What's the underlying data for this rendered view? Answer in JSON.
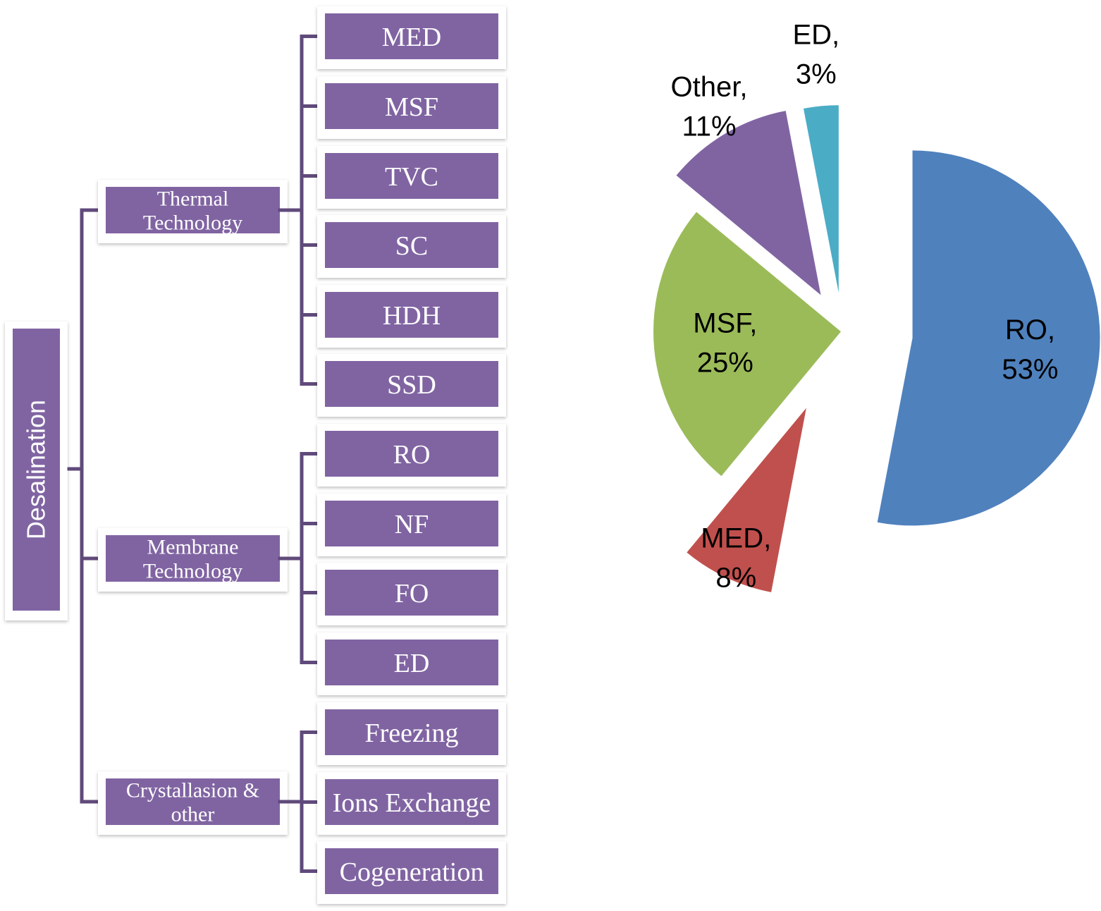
{
  "tree": {
    "root": "Desalination",
    "groups": [
      {
        "label": [
          "Thermal",
          "Technology"
        ],
        "items": [
          "MED",
          "MSF",
          "TVC",
          "SC",
          "HDH",
          "SSD"
        ]
      },
      {
        "label": [
          "Membrane",
          "Technology"
        ],
        "items": [
          "RO",
          "NF",
          "FO",
          "ED"
        ]
      },
      {
        "label": [
          "Crystallasion &",
          "other"
        ],
        "items": [
          "Freezing",
          "Ions Exchange",
          "Cogeneration"
        ]
      }
    ]
  },
  "colors": {
    "box": "#8064A2",
    "connector": "#604A7B",
    "box_text": "#ffffff"
  },
  "chart_data": {
    "type": "pie",
    "exploded": true,
    "slices": [
      {
        "label": "RO",
        "value": 53,
        "display": "RO,|53%",
        "color": "#4F81BD"
      },
      {
        "label": "MED",
        "value": 8,
        "display": "MED,|8%",
        "color": "#C0504D"
      },
      {
        "label": "MSF",
        "value": 25,
        "display": "MSF,|25%",
        "color": "#9BBB59"
      },
      {
        "label": "Other",
        "value": 11,
        "display": "Other,|11%",
        "color": "#8064A2"
      },
      {
        "label": "ED",
        "value": 3,
        "display": "ED,|3%",
        "color": "#4BACC6"
      }
    ]
  }
}
